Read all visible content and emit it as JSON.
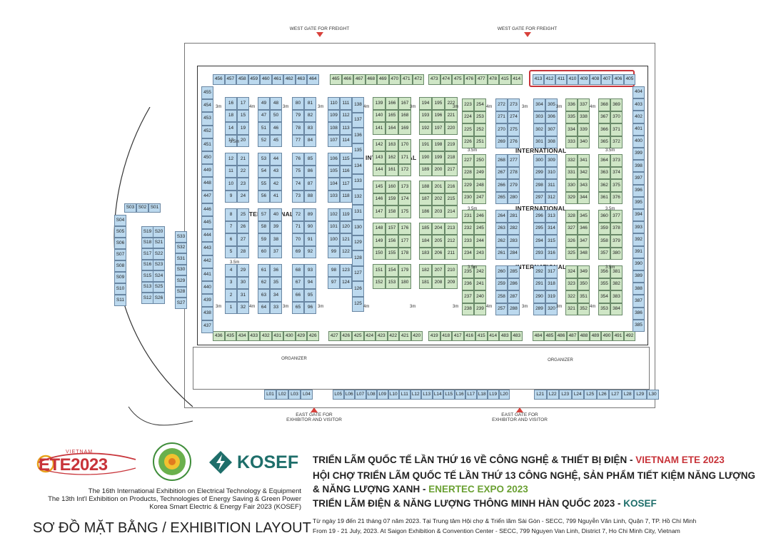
{
  "zones": {
    "international": "INTERNATIONAL"
  },
  "gates": {
    "west": "WEST GATE FOR FREIGHT",
    "east_line1": "EAST GATE FOR",
    "east_line2": "EXHIBITOR AND VISITOR"
  },
  "labels": {
    "organizer": "ORGANIZER",
    "aisle_3m": "3m",
    "aisle_4m": "4m",
    "aisle_35m": "3.5m"
  },
  "colors": {
    "green_booth": "#cfe6c6",
    "blue_booth": "#bcd9ee",
    "highlight": "#c8343a"
  },
  "booths": {
    "top_row_a": [
      "456",
      "457",
      "458",
      "459",
      "460",
      "461",
      "462",
      "463",
      "464"
    ],
    "top_row_b": [
      "465",
      "466",
      "467",
      "468",
      "469",
      "470",
      "471",
      "472"
    ],
    "top_row_c": [
      "473",
      "474",
      "475",
      "476",
      "477",
      "478",
      "415",
      "414"
    ],
    "top_row_d": [
      "413",
      "412",
      "411",
      "410",
      "409",
      "408",
      "407",
      "406",
      "405"
    ],
    "bottom_row_a": [
      "436",
      "435",
      "434",
      "433",
      "432",
      "431",
      "430",
      "429",
      "426"
    ],
    "bottom_row_b": [
      "427",
      "426",
      "425",
      "424",
      "423",
      "422",
      "421",
      "420"
    ],
    "bottom_row_c": [
      "419",
      "418",
      "417",
      "416",
      "415",
      "414",
      "483",
      "483"
    ],
    "bottom_row_d": [
      "484",
      "485",
      "486",
      "487",
      "488",
      "489",
      "490",
      "491",
      "492"
    ],
    "left_col": [
      "455",
      "454",
      "453",
      "452",
      "451",
      "450",
      "449",
      "448",
      "447",
      "446",
      "445",
      "444",
      "443",
      "442",
      "441",
      "440",
      "439",
      "438",
      "437"
    ],
    "right_col": [
      "404",
      "403",
      "402",
      "401",
      "400",
      "399",
      "398",
      "397",
      "396",
      "395",
      "394",
      "393",
      "392",
      "391",
      "390",
      "389",
      "388",
      "387",
      "386",
      "385"
    ],
    "lobby_a": [
      "L01",
      "L02",
      "L03",
      "L04"
    ],
    "lobby_b": [
      "L05",
      "L06",
      "L07",
      "L08",
      "L09",
      "L10",
      "L11",
      "L12",
      "L13",
      "L14",
      "L15",
      "L16",
      "L17",
      "L18",
      "L19",
      "L20"
    ],
    "lobby_c": [
      "L21",
      "L22",
      "L23",
      "L24",
      "L25",
      "L26",
      "L27",
      "L28",
      "L29",
      "L30"
    ],
    "s_top": [
      "S03",
      "S02",
      "S01"
    ],
    "s_left": [
      "S04",
      "S05",
      "S06",
      "S07",
      "S08",
      "S09",
      "S10",
      "S11"
    ],
    "s_mid_a": [
      "S19",
      "S18",
      "S17",
      "S16",
      "S15",
      "S13",
      "S12"
    ],
    "s_mid_b": [
      "S20",
      "S21",
      "S22",
      "S23",
      "S24",
      "S25",
      "S26"
    ],
    "s_right": [
      "S33",
      "S32",
      "S31",
      "S30",
      "S29",
      "S28",
      "S27"
    ],
    "blk_a": [
      "16",
      "17",
      "18",
      "15",
      "14",
      "19",
      "13",
      "20",
      "12",
      "21",
      "11",
      "22",
      "10",
      "23",
      "9",
      "24",
      "8",
      "25",
      "7",
      "26",
      "6",
      "27",
      "5",
      "28",
      "4",
      "29",
      "3",
      "30",
      "2",
      "31",
      "1",
      "32"
    ],
    "blk_b": [
      "49",
      "48",
      "47",
      "50",
      "51",
      "46",
      "52",
      "45",
      "53",
      "44",
      "54",
      "43",
      "55",
      "42",
      "56",
      "41",
      "57",
      "40",
      "58",
      "39",
      "59",
      "38",
      "60",
      "37",
      "61",
      "36",
      "62",
      "35",
      "63",
      "34",
      "64",
      "33"
    ],
    "blk_c": [
      "80",
      "81",
      "79",
      "82",
      "78",
      "83",
      "77",
      "84",
      "76",
      "85",
      "75",
      "86",
      "74",
      "87",
      "73",
      "88",
      "72",
      "89",
      "71",
      "90",
      "70",
      "91",
      "69",
      "92",
      "68",
      "93",
      "67",
      "94",
      "66",
      "95",
      "65",
      "96"
    ],
    "blk_d": [
      "110",
      "111",
      "109",
      "112",
      "108",
      "113",
      "107",
      "114",
      "106",
      "115",
      "105",
      "116",
      "104",
      "117",
      "103",
      "118",
      "102",
      "119",
      "101",
      "120",
      "100",
      "121",
      "99",
      "122",
      "98",
      "123",
      "97",
      "124"
    ],
    "blk_d2": [
      "138",
      "137",
      "136",
      "135",
      "134",
      "133",
      "132",
      "131",
      "130",
      "129",
      "128",
      "127",
      "126",
      "125"
    ],
    "blk_e": [
      "139",
      "166",
      "167",
      "140",
      "165",
      "168",
      "141",
      "164",
      "169",
      "142",
      "163",
      "170",
      "143",
      "162",
      "171",
      "144",
      "161",
      "172",
      "145",
      "160",
      "173",
      "146",
      "159",
      "174",
      "147",
      "158",
      "175",
      "148",
      "157",
      "176",
      "149",
      "156",
      "177",
      "150",
      "155",
      "178",
      "151",
      "154",
      "179",
      "152",
      "153",
      "180"
    ],
    "blk_f": [
      "194",
      "195",
      "222",
      "193",
      "196",
      "221",
      "192",
      "197",
      "220",
      "191",
      "198",
      "219",
      "190",
      "199",
      "218",
      "189",
      "200",
      "217",
      "188",
      "201",
      "216",
      "187",
      "202",
      "215",
      "186",
      "203",
      "214",
      "185",
      "204",
      "213",
      "184",
      "205",
      "212",
      "183",
      "206",
      "211",
      "182",
      "207",
      "210",
      "181",
      "208",
      "209"
    ],
    "blk_g": [
      "223",
      "254",
      "224",
      "253",
      "225",
      "252",
      "226",
      "251",
      "227",
      "250",
      "228",
      "249",
      "229",
      "248",
      "230",
      "247",
      "231",
      "246",
      "232",
      "245",
      "233",
      "244",
      "234",
      "243",
      "235",
      "242",
      "236",
      "241",
      "237",
      "240",
      "238",
      "239"
    ],
    "blk_h": [
      "272",
      "273",
      "271",
      "274",
      "270",
      "275",
      "269",
      "276",
      "268",
      "277",
      "267",
      "278",
      "266",
      "279",
      "265",
      "280",
      "264",
      "281",
      "263",
      "282",
      "262",
      "283",
      "261",
      "284",
      "260",
      "285",
      "259",
      "286",
      "258",
      "287",
      "257",
      "288"
    ],
    "blk_i": [
      "304",
      "305",
      "303",
      "306",
      "302",
      "307",
      "301",
      "308",
      "300",
      "309",
      "299",
      "310",
      "298",
      "311",
      "297",
      "312",
      "296",
      "313",
      "295",
      "314",
      "294",
      "315",
      "293",
      "316",
      "292",
      "317",
      "291",
      "318",
      "290",
      "319",
      "289",
      "320"
    ],
    "blk_j": [
      "336",
      "337",
      "335",
      "338",
      "334",
      "339",
      "333",
      "340",
      "332",
      "341",
      "331",
      "342",
      "330",
      "343",
      "329",
      "344",
      "328",
      "345",
      "327",
      "346",
      "326",
      "347",
      "325",
      "348",
      "324",
      "349",
      "323",
      "350",
      "322",
      "351",
      "321",
      "352"
    ],
    "blk_k": [
      "368",
      "369",
      "367",
      "370",
      "366",
      "371",
      "365",
      "372",
      "364",
      "373",
      "363",
      "374",
      "362",
      "375",
      "361",
      "376",
      "360",
      "377",
      "359",
      "378",
      "358",
      "379",
      "357",
      "380",
      "356",
      "381",
      "355",
      "382",
      "354",
      "383",
      "353",
      "384"
    ]
  },
  "footer": {
    "ete_brand": "ETE2023",
    "ete_country": "VIETNAM",
    "kosef": "KOSEF",
    "desc_1": "The 16th International Exhibition on Electrical Technology & Equipment",
    "desc_2": "The 13th Int'l Exhibition on Products, Technologies of Energy Saving & Green Power",
    "desc_3": "Korea Smart Electric & Energy Fair 2023 (KOSEF)",
    "layout_title": "SƠ ĐỒ MẶT BẰNG / EXHIBITION LAYOUT",
    "line1_a": "TRIỂN LÃM QUỐC TẾ LẦN THỨ 16 VỀ CÔNG NGHỆ & THIẾT BỊ ĐIỆN - ",
    "line1_b": "VIETNAM ETE 2023",
    "line2": "HỘI CHỢ TRIỂN LÃM QUỐC TẾ LẦN THỨ 13 CÔNG NGHỆ, SẢN PHẨM TIẾT KIỆM NĂNG LƯỢNG",
    "line3_a": "& NĂNG LƯỢNG XANH - ",
    "line3_b": "ENERTEC EXPO 2023",
    "line4_a": "TRIỂN LÃM ĐIỆN & NĂNG LƯỢNG THÔNG MINH HÀN QUỐC 2023 - ",
    "line4_b": "KOSEF",
    "date_vn": "Từ ngày 19 đến 21 tháng 07 năm 2023. Tại Trung tâm Hội chợ & Triển lãm Sài Gòn - SECC, 799 Nguyễn Văn Linh, Quận 7, TP. Hồ Chí Minh",
    "date_en": "From 19 - 21 July, 2023. At Saigon Exhibition & Convention Center - SECC, 799 Nguyen Van Linh, District 7, Ho Chi Minh City, Vietnam"
  }
}
